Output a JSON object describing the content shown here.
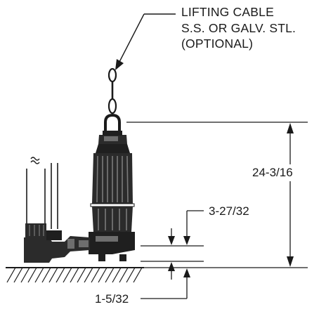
{
  "callout": {
    "lines": [
      "LIFTING CABLE",
      "S.S. OR GALV. STL.",
      "(OPTIONAL)"
    ]
  },
  "dimensions": {
    "overall_height": "24-3/16",
    "discharge_height": "3-27/32",
    "base_clearance": "1-5/32"
  },
  "colors": {
    "line": "#1a1a1a",
    "pump_body": "#2b2b2b",
    "pump_highlight": "#6e6e6e",
    "background": "#ffffff"
  }
}
